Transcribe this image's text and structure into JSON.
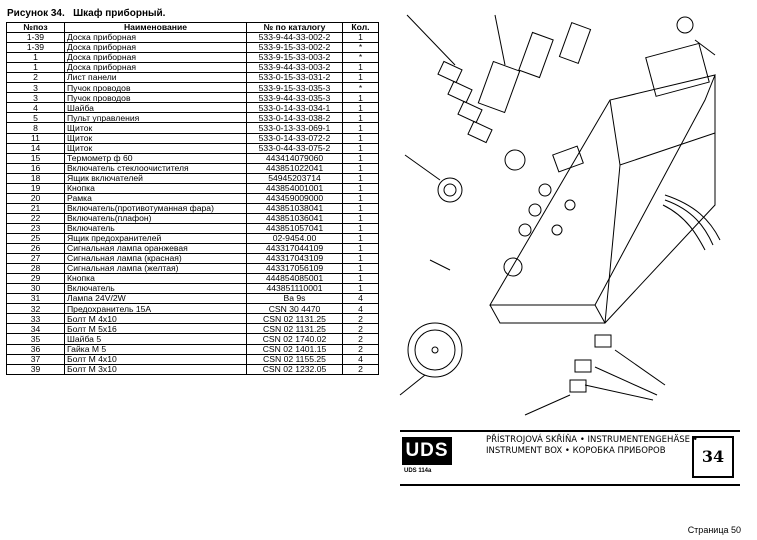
{
  "figure_title": "Рисунок 34.   Шкаф приборный.",
  "table": {
    "headers": [
      "№поз",
      "Наименование",
      "№ по каталогу",
      "Кол."
    ],
    "rows": [
      [
        "1-39",
        "Доска приборная",
        "533-9-44-33-002-2",
        "1"
      ],
      [
        "1-39",
        "Доска приборная",
        "533-9-15-33-002-2",
        "*"
      ],
      [
        "1",
        "Доска приборная",
        "533-9-15-33-003-2",
        "*"
      ],
      [
        "1",
        "Доска приборная",
        "533-9-44-33-003-2",
        "1"
      ],
      [
        "2",
        "Лист панели",
        "533-0-15-33-031-2",
        "1"
      ],
      [
        "3",
        "Пучок проводов",
        "533-9-15-33-035-3",
        "*"
      ],
      [
        "3",
        "Пучок проводов",
        "533-9-44-33-035-3",
        "1"
      ],
      [
        "4",
        "Шайба",
        "533-0-14-33-034-1",
        "1"
      ],
      [
        "5",
        "Пульт управления",
        "533-0-14-33-038-2",
        "1"
      ],
      [
        "8",
        "Щиток",
        "533-0-13-33-069-1",
        "1"
      ],
      [
        "11",
        "Щиток",
        "533-0-14-33-072-2",
        "1"
      ],
      [
        "14",
        "Щиток",
        "533-0-44-33-075-2",
        "1"
      ],
      [
        "15",
        "Термометр ф 60",
        "443414079060",
        "1"
      ],
      [
        "16",
        "Включатель стеклоочистителя",
        "443851022041",
        "1"
      ],
      [
        "18",
        "Ящик включателей",
        "54945203714",
        "1"
      ],
      [
        "19",
        "Кнопка",
        "443854001001",
        "1"
      ],
      [
        "20",
        "Рамка",
        "443459009000",
        "1"
      ],
      [
        "21",
        "Включатель(противотуманная фара)",
        "443851038041",
        "1"
      ],
      [
        "22",
        "Включатель(плафон)",
        "443851036041",
        "1"
      ],
      [
        "23",
        "Включатель",
        "443851057041",
        "1"
      ],
      [
        "25",
        "Ящик предохранителей",
        "02-9454.00",
        "1"
      ],
      [
        "26",
        "Сигнальная лампа оранжевая",
        "443317044109",
        "1"
      ],
      [
        "27",
        "Сигнальная лампа (красная)",
        "443317043109",
        "1"
      ],
      [
        "28",
        "Сигнальная лампа (желтая)",
        "443317056109",
        "1"
      ],
      [
        "29",
        "Кнопка",
        "444854085001",
        "1"
      ],
      [
        "30",
        "Включатель",
        "443851110001",
        "1"
      ],
      [
        "31",
        "Лампа  24V/2W",
        "Ba  9s",
        "4"
      ],
      [
        "32",
        "Предохранитель 15А",
        "CSN 30 4470",
        "4"
      ],
      [
        "33",
        "Болт М 4х10",
        "CSN 02 1131.25",
        "2"
      ],
      [
        "34",
        "Болт М 5х16",
        "CSN 02 1131.25",
        "2"
      ],
      [
        "35",
        "Шайба 5",
        "CSN 02 1740.02",
        "2"
      ],
      [
        "36",
        "Гайка М 5",
        "CSN 02 1401.15",
        "2"
      ],
      [
        "37",
        "Болт М 4х10",
        "CSN 02 1155.25",
        "4"
      ],
      [
        "39",
        "Болт М 3х10",
        "CSN 02 1232.05",
        "2"
      ]
    ]
  },
  "banner": {
    "logo": "UDS",
    "logo_sub": "UDS 114a",
    "caption_line1": "PŘÍSTROJOVÁ SKŘÍŇA • INSTRUMENTENGEHÄSE •",
    "caption_line2": "INSTRUMENT BOX • КОРОБКА ПРИБОРОВ",
    "badge": "34"
  },
  "page_number": "Страница 50"
}
